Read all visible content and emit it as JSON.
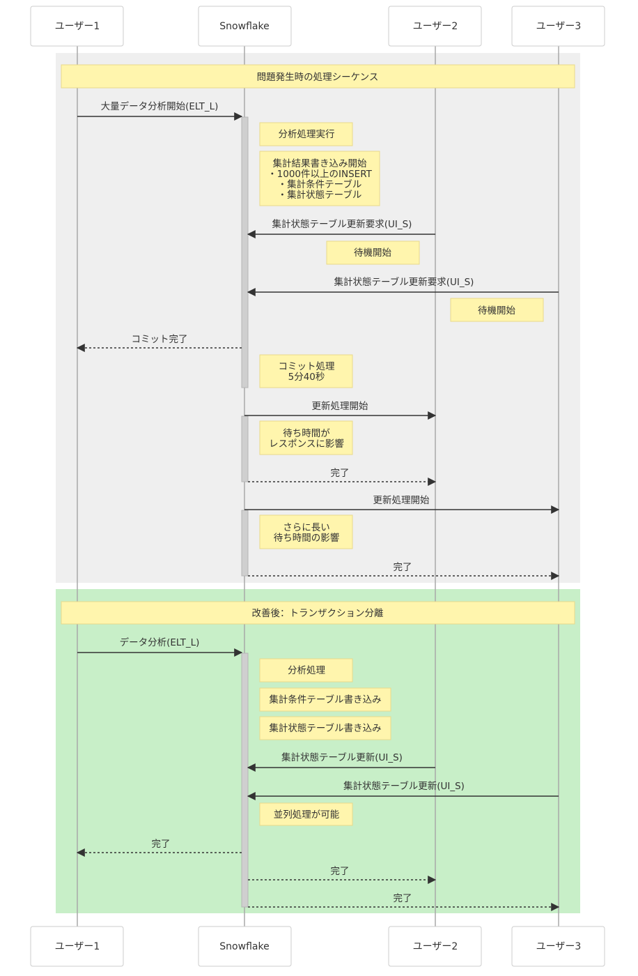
{
  "actors": {
    "user1": "ユーザー1",
    "snowflake": "Snowflake",
    "user2": "ユーザー2",
    "user3": "ユーザー3"
  },
  "colors": {
    "section1_bg": "#efefef",
    "section2_bg": "#c8efc8",
    "note_fill": "#fff5ad",
    "line": "#333333"
  },
  "section1": {
    "title": "問題発生時の処理シーケンス",
    "msg_start_analysis": "大量データ分析開始(ELT_L)",
    "note_exec": "分析処理実行",
    "note_write": [
      "集計結果書き込み開始",
      "・1000件以上のINSERT",
      "・集計条件テーブル",
      "・集計状態テーブル"
    ],
    "msg_update_req_u2": "集計状態テーブル更新要求(UI_S)",
    "note_wait_u2": "待機開始",
    "msg_update_req_u3": "集計状態テーブル更新要求(UI_S)",
    "note_wait_u3": "待機開始",
    "msg_commit_done": "コミット完了",
    "note_commit": [
      "コミット処理",
      "5分40秒"
    ],
    "msg_update_start_u2": "更新処理開始",
    "note_latency_u2": [
      "待ち時間が",
      "レスポンスに影響"
    ],
    "msg_done_u2": "完了",
    "msg_update_start_u3": "更新処理開始",
    "note_latency_u3": [
      "さらに長い",
      "待ち時間の影響"
    ],
    "msg_done_u3": "完了"
  },
  "section2": {
    "title": "改善後：トランザクション分離",
    "msg_analysis": "データ分析(ELT_L)",
    "note_analysis": "分析処理",
    "note_write_cond": "集計条件テーブル書き込み",
    "note_write_state": "集計状態テーブル書き込み",
    "msg_update_u2": "集計状態テーブル更新(UI_S)",
    "msg_update_u3": "集計状態テーブル更新(UI_S)",
    "note_parallel": "並列処理が可能",
    "msg_done_u1": "完了",
    "msg_done_u2": "完了",
    "msg_done_u3": "完了"
  }
}
